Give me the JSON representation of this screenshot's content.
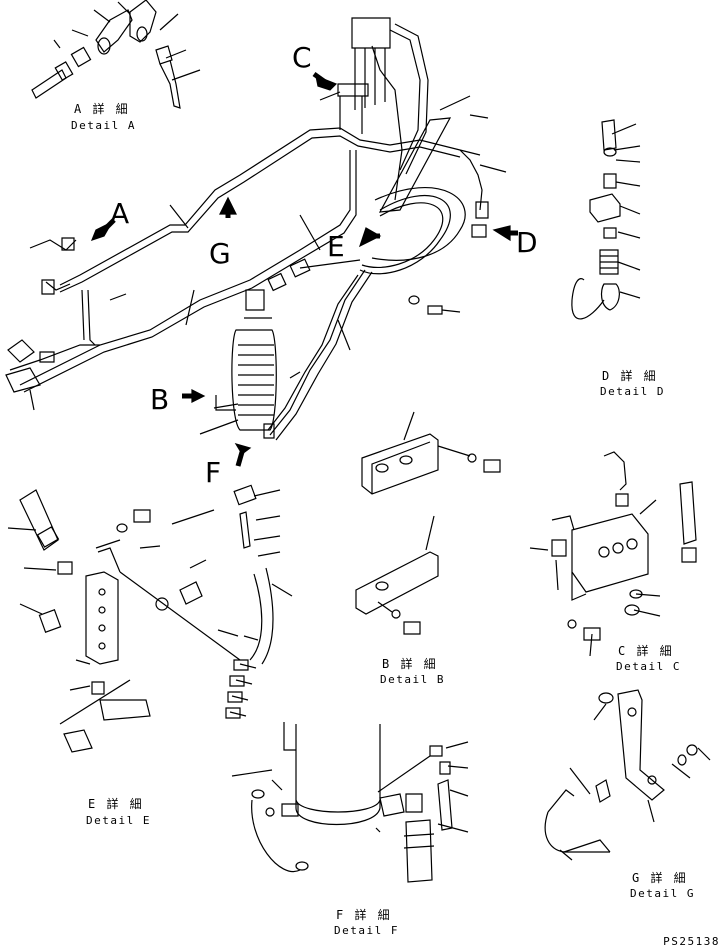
{
  "callouts": {
    "A": "A",
    "B": "B",
    "C": "C",
    "D": "D",
    "E": "E",
    "F": "F",
    "G": "G"
  },
  "details": {
    "A": {
      "jp": "A 詳 細",
      "en": "Detail A"
    },
    "B": {
      "jp": "B 詳 細",
      "en": "Detail B"
    },
    "C": {
      "jp": "C 詳 細",
      "en": "Detail C"
    },
    "D": {
      "jp": "D 詳 細",
      "en": "Detail D"
    },
    "E": {
      "jp": "E 詳 細",
      "en": "Detail E"
    },
    "F": {
      "jp": "F 詳 細",
      "en": "Detail F"
    },
    "G": {
      "jp": "G 詳 細",
      "en": "Detail G"
    }
  },
  "drawing_code": "PS25138",
  "colors": {
    "line": "#000000",
    "background": "#ffffff"
  }
}
